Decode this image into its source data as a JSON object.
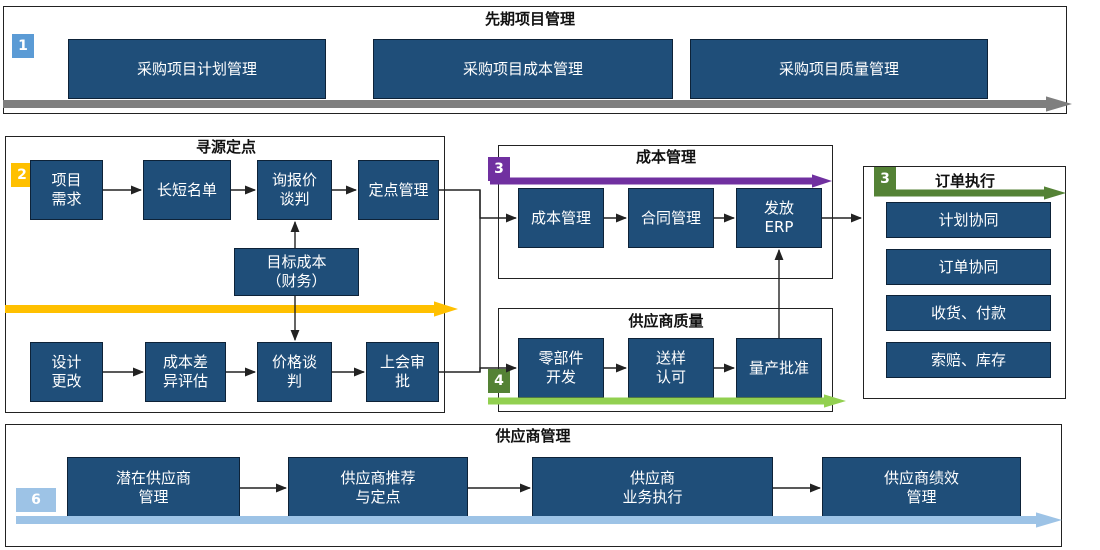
{
  "colors": {
    "box_fill": "#1f4e79",
    "arrow_gray": "#7f7f7f",
    "arrow_yellow": "#ffc000",
    "arrow_purple": "#7030a0",
    "arrow_green_dark": "#548235",
    "arrow_green_light": "#92d050",
    "arrow_blue_light": "#9dc3e6",
    "badge_blue": "#5b9bd5",
    "badge_orange": "#ffc000",
    "badge_purple": "#7030a0",
    "badge_green": "#548235",
    "badge_lightblue": "#9dc3e6"
  },
  "early_stage": {
    "title": "先期项目管理",
    "badge": "1",
    "boxes": [
      "采购项目计划管理",
      "采购项目成本管理",
      "采购项目质量管理"
    ]
  },
  "sourcing": {
    "title": "寻源定点",
    "badge": "2",
    "project_demand": "项目\n需求",
    "short_list": "长短名单",
    "inquiry": "询报价\n谈判",
    "nomination": "定点管理",
    "target_cost": "目标成本\n（财务）",
    "design_change": "设计\n更改",
    "cost_diff": "成本差\n异评估",
    "price_negotiation": "价格谈\n判",
    "meeting_review": "上会审\n批"
  },
  "cost_mgmt": {
    "title": "成本管理",
    "badge": "3",
    "cost": "成本管理",
    "contract": "合同管理",
    "erp": "发放\nERP"
  },
  "supplier_quality": {
    "title": "供应商质量",
    "badge": "4",
    "parts_dev": "零部件\n开发",
    "sample": "送样\n认可",
    "mass_prod": "量产批准"
  },
  "order_exec": {
    "title": "订单执行",
    "badge": "3",
    "items": [
      "计划协同",
      "订单协同",
      "收货、付款",
      "索赔、库存"
    ]
  },
  "supplier_mgmt": {
    "title": "供应商管理",
    "badge": "6",
    "boxes": [
      "潜在供应商\n管理",
      "供应商推荐\n与定点",
      "供应商\n业务执行",
      "供应商绩效\n管理"
    ]
  }
}
